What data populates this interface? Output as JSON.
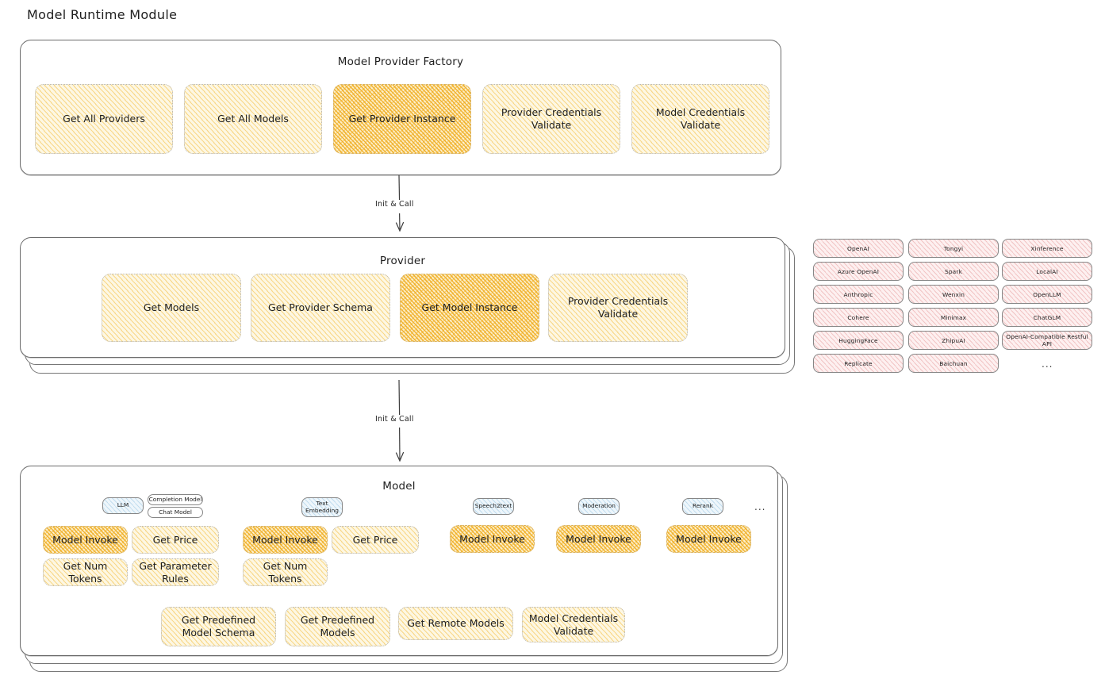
{
  "title": "Model Runtime Module",
  "sections": {
    "factory": {
      "title": "Model Provider Factory",
      "cards": [
        {
          "label": "Get All Providers",
          "highlighted": false
        },
        {
          "label": "Get All Models",
          "highlighted": false
        },
        {
          "label": "Get Provider Instance",
          "highlighted": true
        },
        {
          "label": "Provider Credentials Validate",
          "highlighted": false
        },
        {
          "label": "Model Credentials Validate",
          "highlighted": false
        }
      ]
    },
    "provider": {
      "title": "Provider",
      "cards": [
        {
          "label": "Get Models",
          "highlighted": false
        },
        {
          "label": "Get Provider Schema",
          "highlighted": false
        },
        {
          "label": "Get Model Instance",
          "highlighted": true
        },
        {
          "label": "Provider Credentials Validate",
          "highlighted": false
        }
      ]
    },
    "model": {
      "title": "Model",
      "groups": [
        {
          "badge": "LLM",
          "sub_badges": [
            "Completion Model",
            "Chat Model"
          ],
          "cards": [
            {
              "label": "Model Invoke",
              "highlighted": true
            },
            {
              "label": "Get Price",
              "highlighted": false
            },
            {
              "label": "Get Num Tokens",
              "highlighted": false
            },
            {
              "label": "Get Parameter Rules",
              "highlighted": false
            }
          ]
        },
        {
          "badge": "Text Embedding",
          "sub_badges": [],
          "cards": [
            {
              "label": "Model Invoke",
              "highlighted": true
            },
            {
              "label": "Get Price",
              "highlighted": false
            },
            {
              "label": "Get Num Tokens",
              "highlighted": false
            }
          ]
        },
        {
          "badge": "Speech2text",
          "sub_badges": [],
          "cards": [
            {
              "label": "Model Invoke",
              "highlighted": true
            }
          ]
        },
        {
          "badge": "Moderation",
          "sub_badges": [],
          "cards": [
            {
              "label": "Model Invoke",
              "highlighted": true
            }
          ]
        },
        {
          "badge": "Rerank",
          "sub_badges": [],
          "cards": [
            {
              "label": "Model Invoke",
              "highlighted": true
            }
          ]
        }
      ],
      "more": "...",
      "shared_cards": [
        "Get Predefined Model Schema",
        "Get Predefined Models",
        "Get Remote Models",
        "Model Credentials Validate"
      ]
    }
  },
  "arrows": [
    {
      "label": "Init & Call"
    },
    {
      "label": "Init & Call"
    }
  ],
  "provider_list": {
    "columns": [
      [
        "OpenAI",
        "Azure OpenAI",
        "Anthropic",
        "Cohere",
        "HuggingFace",
        "Replicate"
      ],
      [
        "Tongyi",
        "Spark",
        "Wenxin",
        "Minimax",
        "ZhipuAI",
        "Baichuan"
      ],
      [
        "Xinference",
        "LocalAI",
        "OpenLLM",
        "ChatGLM",
        "OpenAI-Compatible Restful API"
      ]
    ],
    "more": "..."
  },
  "colors": {
    "card_fill": "#fdf7e3",
    "card_fill_strong": "#fceeca",
    "hachure_yellow": "#f0b22c",
    "pill_fill": "#fdf0f0",
    "hachure_pink": "#e8a0a0",
    "badge_fill": "#eef6fb",
    "hachure_blue": "#96c4e2",
    "stroke": "#6b6b6b",
    "text": "#1e1e1e"
  }
}
